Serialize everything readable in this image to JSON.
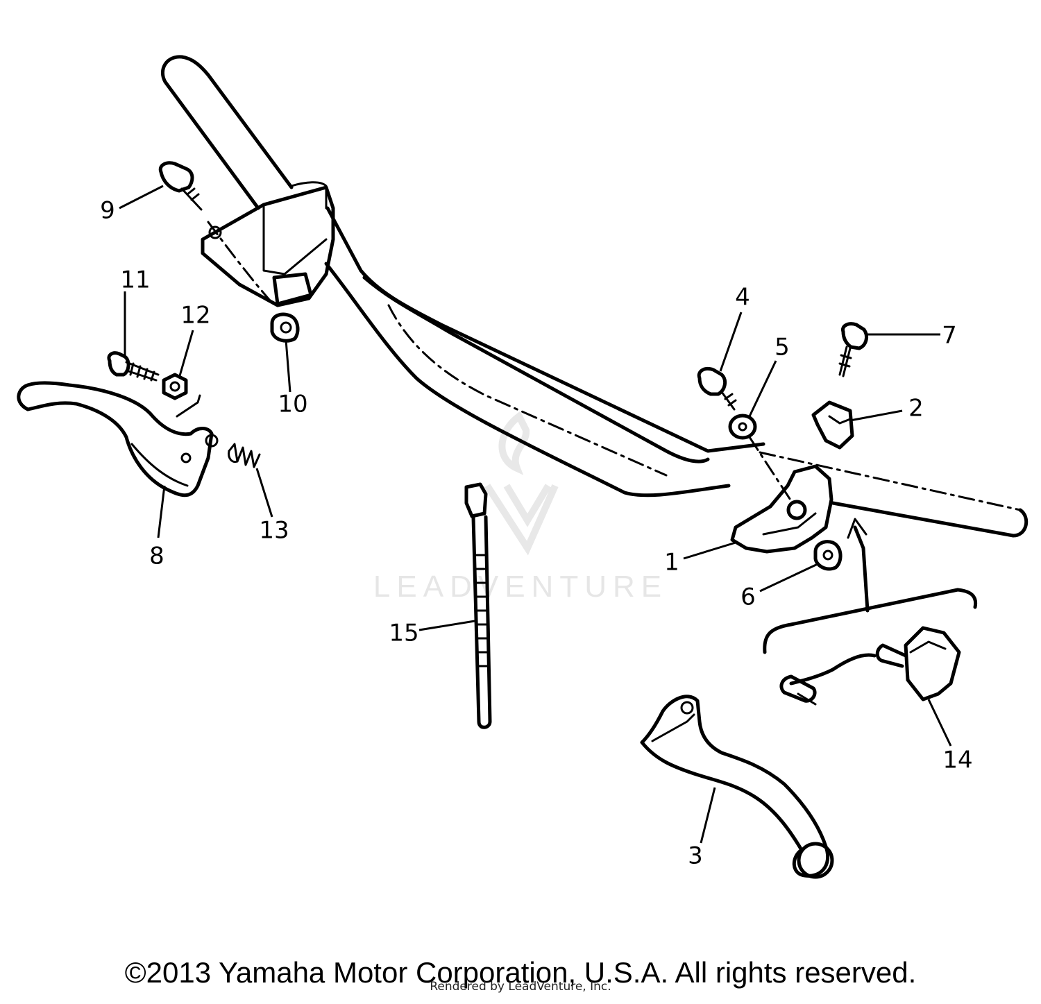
{
  "watermark": {
    "text": "LEADVENTURE"
  },
  "callouts": {
    "c1": "1",
    "c2": "2",
    "c3": "3",
    "c4": "4",
    "c5": "5",
    "c6": "6",
    "c7": "7",
    "c8": "8",
    "c9": "9",
    "c10": "10",
    "c11": "11",
    "c12": "12",
    "c13": "13",
    "c14": "14",
    "c15": "15"
  },
  "footer": {
    "copyright": "©2013 Yamaha Motor Corporation, U.S.A. All rights reserved.",
    "rendered_by": "Rendered by LeadVenture, Inc."
  }
}
